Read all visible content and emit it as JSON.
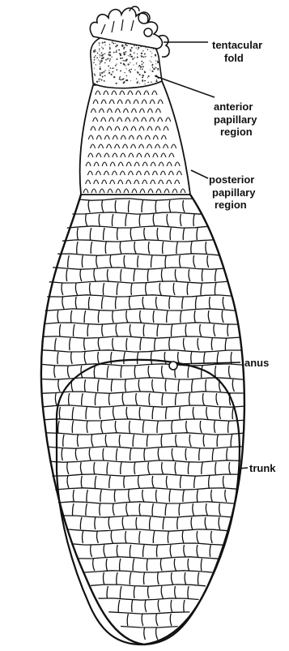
{
  "labels": {
    "tentacular_fold_1": "tentacular",
    "tentacular_fold_2": "fold",
    "anterior_1": "anterior",
    "anterior_2": "papillary",
    "anterior_3": "region",
    "posterior_1": "posterior",
    "posterior_2": "papillary",
    "posterior_3": "region",
    "anus": "anus",
    "trunk": "trunk"
  },
  "colors": {
    "ink": "#111111",
    "paper": "#ffffff",
    "stipple": "#333333"
  }
}
